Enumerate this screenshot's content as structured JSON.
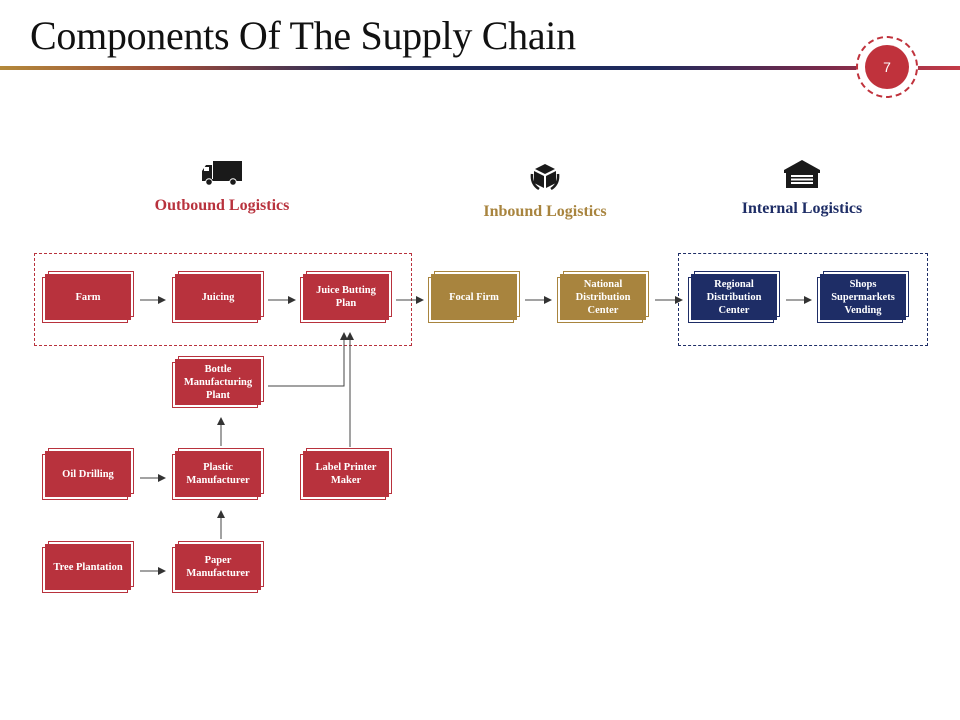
{
  "slide": {
    "title": "Components Of The Supply Chain",
    "page_number": "7"
  },
  "colors": {
    "red": "#b8323d",
    "gold": "#a8843e",
    "navy": "#1e2d66"
  },
  "categories": {
    "outbound": {
      "label": "Outbound Logistics",
      "icon": "truck-icon"
    },
    "inbound": {
      "label": "Inbound Logistics",
      "icon": "box-in-hands-icon"
    },
    "internal": {
      "label": "Internal Logistics",
      "icon": "warehouse-icon"
    }
  },
  "nodes": {
    "farm": "Farm",
    "juicing": "Juicing",
    "juice_bottling": "Juice Butting Plan",
    "focal_firm": "Focal Firm",
    "national_dc": "National Distribution Center",
    "regional_dc": "Regional Distribution Center",
    "shops": "Shops Supermarkets Vending",
    "bottle_plant": "Bottle Manufacturing Plant",
    "oil_drilling": "Oil Drilling",
    "plastic": "Plastic Manufacturer",
    "label_printer": "Label Printer Maker",
    "tree_plantation": "Tree Plantation",
    "paper": "Paper Manufacturer"
  }
}
